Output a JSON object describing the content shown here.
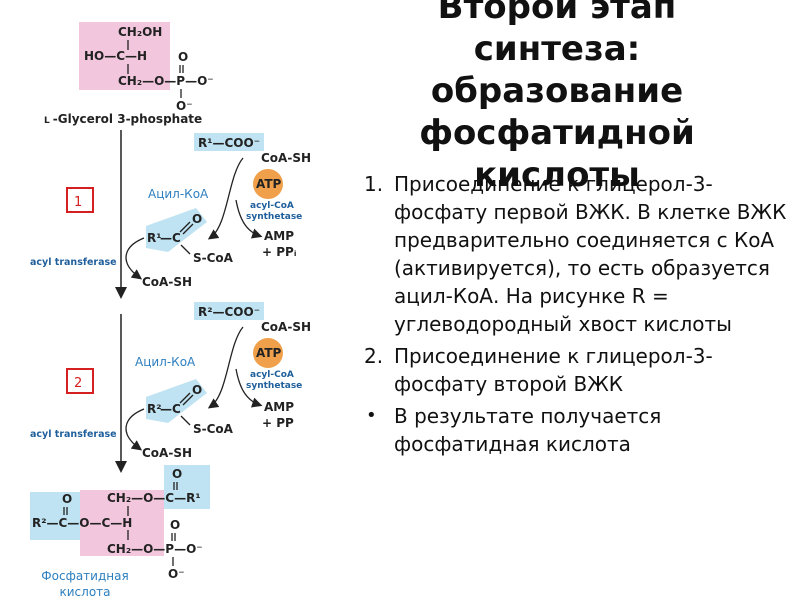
{
  "title": "Второй этап синтеза: образование фосфатидной кислоты",
  "points": [
    {
      "marker": "1.",
      "text": "Присоединение к глицерол-3-фосфату первой ВЖК. В клетке ВЖК предварительно соединяется с КоА (активируется), то есть образуется ацил-КоА. На рисунке R = углеводородный хвост кислоты"
    },
    {
      "marker": "2.",
      "text": "Присоединение к глицерол-3-фосфату второй ВЖК"
    },
    {
      "marker": "•",
      "text": "В результате получается фосфатидная кислота"
    }
  ],
  "diagram": {
    "g3p_label": "L-Glycerol 3-phosphate",
    "g3p_prefix": "L",
    "g3p_name": "-Glycerol 3-phosphate",
    "step_numbers": [
      "1",
      "2"
    ],
    "acyl_coa_label": "Ацил-КоА",
    "acyl_transferase": "acyl transferase",
    "acid1": "R¹—COO⁻",
    "acid2": "R²—COO⁻",
    "coa_sh": "CoA-SH",
    "atp": "ATP",
    "synthetase_line1": "acyl-CoA",
    "synthetase_line2": "synthetase",
    "amp": "AMP",
    "ppi": "+ PPᵢ",
    "pp": "+ PP",
    "s_coa": "S-CoA",
    "r1": "R¹",
    "r2": "R²",
    "product_label_line1": "Фосфатидная",
    "product_label_line2": "кислота",
    "colors": {
      "pink": "#f2c6dc",
      "light_blue": "#bfe3f2",
      "atp_orange": "#f0a04b",
      "label_blue": "#1f5f9c",
      "red_box": "#d42020"
    }
  }
}
